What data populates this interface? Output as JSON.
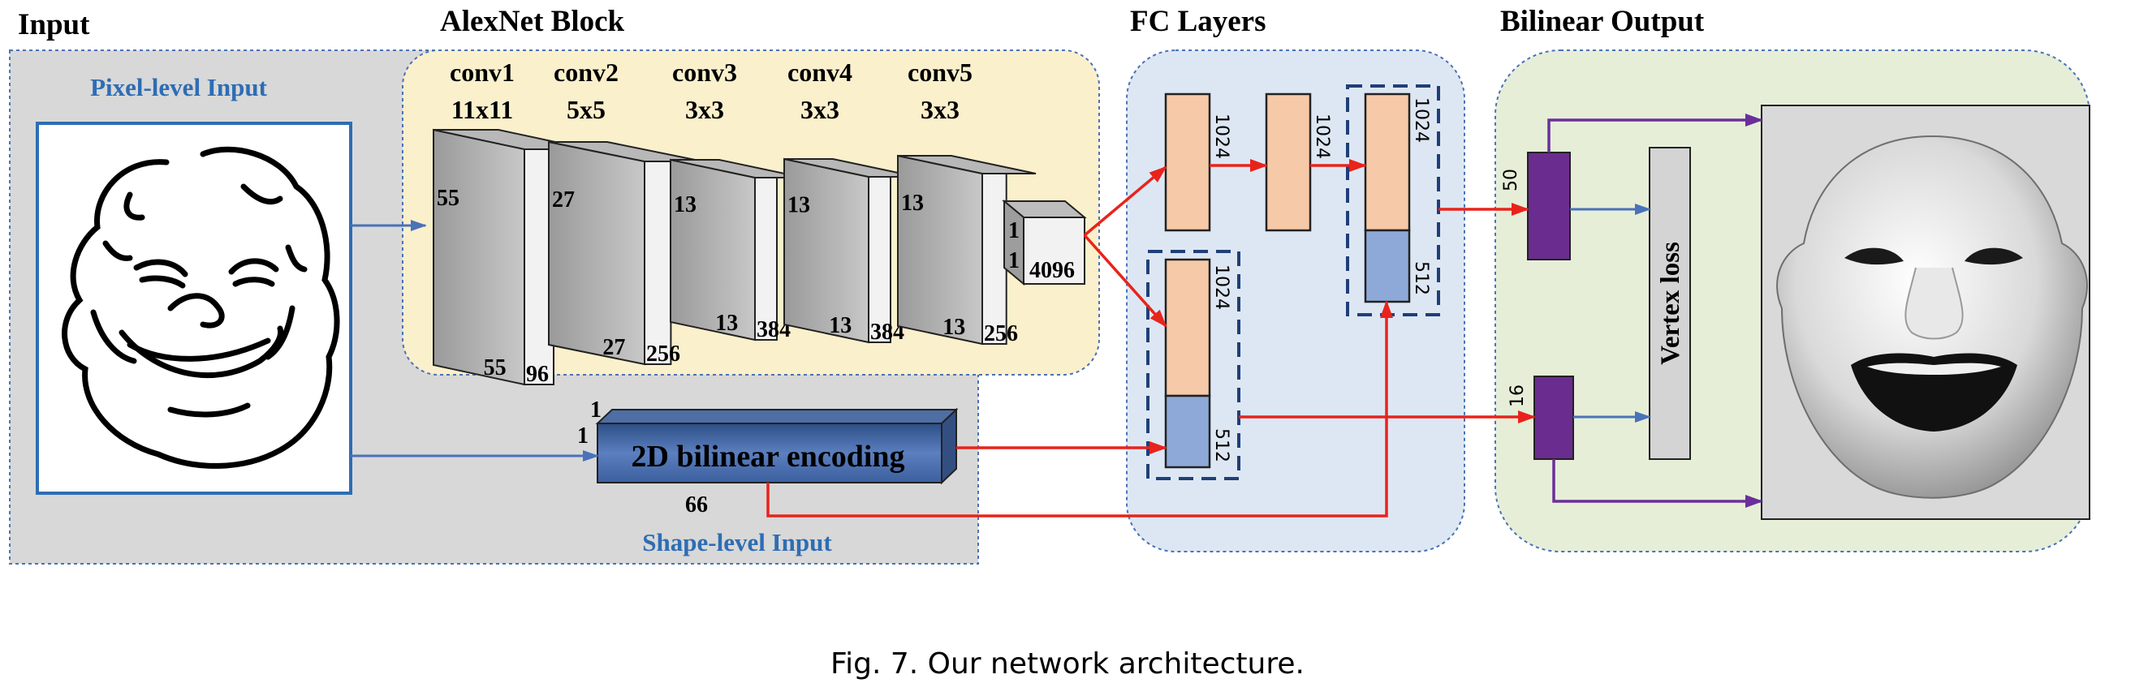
{
  "titles": {
    "input": "Input",
    "alexnet": "AlexNet Block",
    "fc": "FC Layers",
    "bilinear": "Bilinear Output"
  },
  "input_labels": {
    "pixel": "Pixel-level Input",
    "shape": "Shape-level Input"
  },
  "conv_layers": [
    {
      "name": "conv1",
      "kernel": "11x11",
      "size_side": "55",
      "size_bottom": "55",
      "channels": "96"
    },
    {
      "name": "conv2",
      "kernel": "5x5",
      "size_side": "27",
      "size_bottom": "27",
      "channels": "256"
    },
    {
      "name": "conv3",
      "kernel": "3x3",
      "size_side": "13",
      "size_bottom": "13",
      "channels": "384"
    },
    {
      "name": "conv4",
      "kernel": "3x3",
      "size_side": "13",
      "size_bottom": "13",
      "channels": "384"
    },
    {
      "name": "conv5",
      "kernel": "3x3",
      "size_side": "13",
      "size_bottom": "13",
      "channels": "256"
    }
  ],
  "fc_cube": {
    "side1": "1",
    "side2": "1",
    "channels": "4096"
  },
  "encoding": {
    "label": "2D bilinear encoding",
    "top": "1",
    "side": "1",
    "bottom": "66"
  },
  "fc_layers": {
    "fc1": "1024",
    "fc2": "1024",
    "fc_combo_top": "1024",
    "fc_combo_bottom": "512",
    "fc_concat_top": "1024",
    "fc_concat_bottom": "512"
  },
  "bilinear": {
    "id_dim": "50",
    "exp_dim": "16",
    "loss": "Vertex loss"
  },
  "caption": "Fig. 7.  Our network architecture.",
  "colors": {
    "arrow_red": "#e8231c",
    "arrow_blue": "#4a72b8",
    "arrow_purple": "#6a2f9a",
    "fc_orange": "#f6c9a8",
    "fc_blue": "#8ea9d8",
    "purple_block": "#6a2c8e",
    "input_bg": "#d8d8d8",
    "alexnet_bg": "#fbf0cc",
    "fc_bg": "#dde7f3",
    "bilinear_bg": "#e6eed8"
  }
}
